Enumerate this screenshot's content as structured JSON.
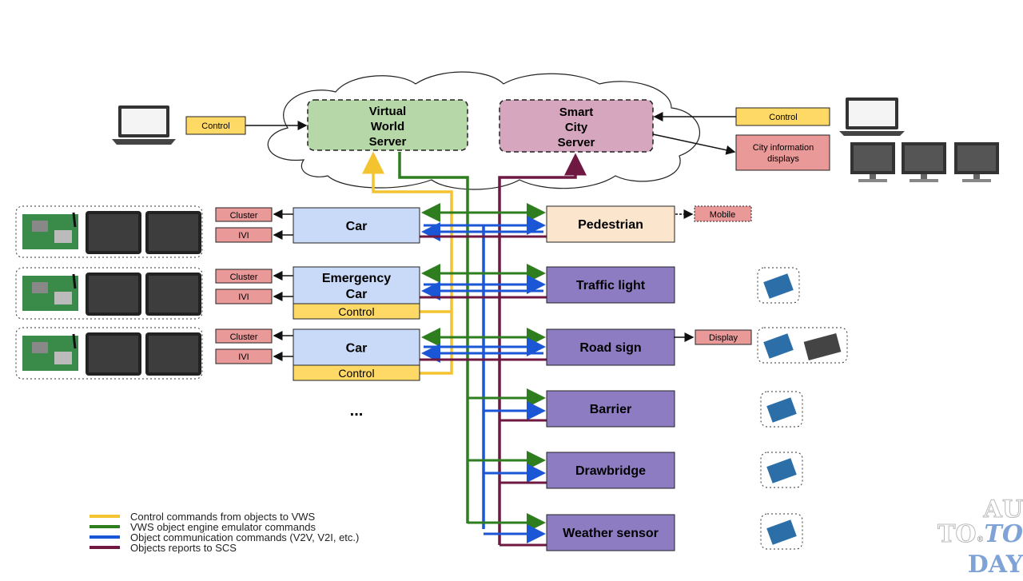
{
  "colors": {
    "control": "#f4c430",
    "vws": "#2e7d1f",
    "comm": "#1a56d6",
    "scs": "#6e1842",
    "vws_box": "#b6d7a8",
    "scs_box": "#d5a6bd",
    "car_box": "#c9daf8",
    "ped_box": "#fce5cd",
    "infra_box": "#8e7cc3",
    "yellow_box": "#ffd966",
    "pink_box": "#ea9999"
  },
  "cloud": {
    "vws": [
      "Virtual",
      "World",
      "Server"
    ],
    "scs": [
      "Smart",
      "City",
      "Server"
    ]
  },
  "left_control": "Control",
  "right_control": "Control",
  "city_info": [
    "City information",
    "displays"
  ],
  "cars": [
    {
      "name": [
        "Car"
      ],
      "cluster": "Cluster",
      "ivi": "IVI"
    },
    {
      "name": [
        "Emergency",
        "Car"
      ],
      "cluster": "Cluster",
      "ivi": "IVI",
      "control": "Control"
    },
    {
      "name": [
        "Car"
      ],
      "cluster": "Cluster",
      "ivi": "IVI",
      "control": "Control"
    }
  ],
  "ellipsis": "...",
  "objects": [
    "Pedestrian",
    "Traffic light",
    "Road sign",
    "Barrier",
    "Drawbridge",
    "Weather sensor"
  ],
  "mobile": "Mobile",
  "display": "Display",
  "legend": [
    {
      "label": "Control commands from objects to VWS",
      "color": "#f4c430"
    },
    {
      "label": "VWS object engine emulator commands",
      "color": "#2e7d1f"
    },
    {
      "label": "Object communication commands (V2V, V2I, etc.)",
      "color": "#1a56d6"
    },
    {
      "label": "Objects reports to SCS",
      "color": "#6e1842"
    }
  ],
  "watermark": [
    "AU",
    "TO",
    "TO",
    "DAY"
  ],
  "icons": [
    "laptop-icon",
    "monitor-icon",
    "dev-board-icon",
    "tablet-icon",
    "arduino-icon",
    "lcd-module-icon"
  ]
}
